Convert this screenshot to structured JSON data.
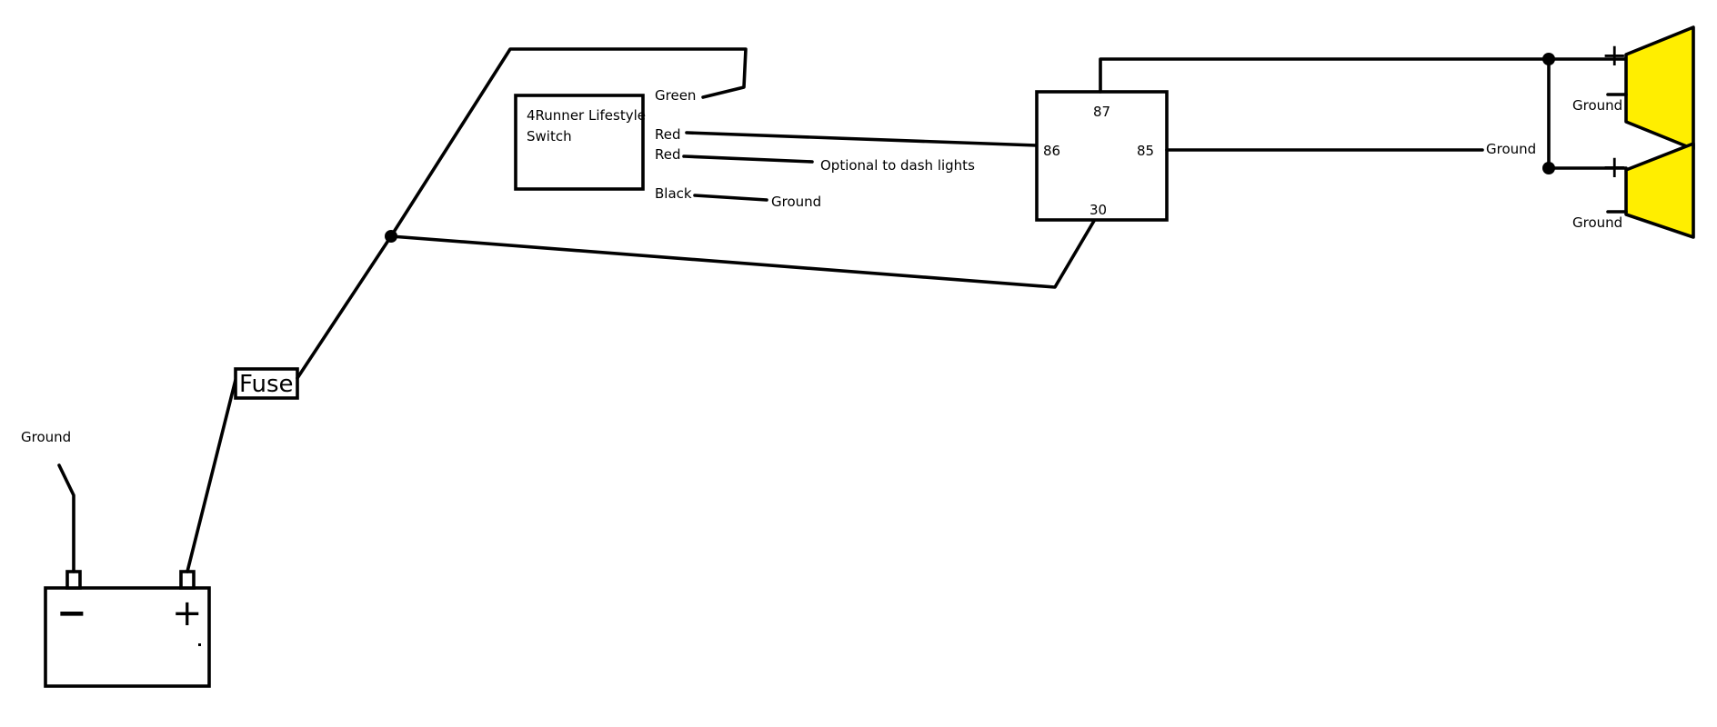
{
  "colors": {
    "wire": "#000000",
    "horn_fill": "#ffee00",
    "background": "#ffffff"
  },
  "battery": {
    "ground_label": "Ground",
    "negative_symbol": "−",
    "positive_symbol": "+"
  },
  "fuse": {
    "label": "Fuse"
  },
  "switch": {
    "title_line1": "4Runner Lifestyle",
    "title_line2": "Switch",
    "wires": {
      "green": "Green",
      "red_1": "Red",
      "red_2": "Red",
      "black": "Black"
    },
    "optional_note": "Optional to dash lights",
    "black_ground": "Ground"
  },
  "relay": {
    "pin_87": "87",
    "pin_86": "86",
    "pin_85": "85",
    "pin_30": "30",
    "pin_85_ground": "Ground"
  },
  "horns": [
    {
      "positive_symbol": "+",
      "ground_label": "Ground"
    },
    {
      "positive_symbol": "+",
      "ground_label": "Ground"
    }
  ]
}
